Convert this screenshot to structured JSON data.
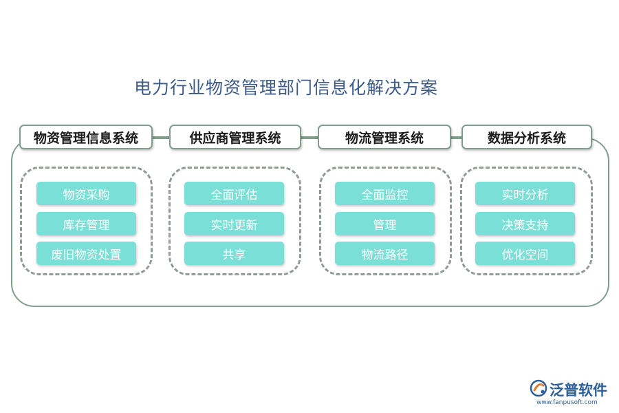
{
  "title": "电力行业物资管理部门信息化解决方案",
  "modules": [
    {
      "header": "物资管理信息系统",
      "items": [
        "物资采购",
        "库存管理",
        "废旧物资处置"
      ]
    },
    {
      "header": "供应商管理系统",
      "items": [
        "全面评估",
        "实时更新",
        "共享"
      ]
    },
    {
      "header": "物流管理系统",
      "items": [
        "全面监控",
        "管理",
        "物流路径"
      ]
    },
    {
      "header": "数据分析系统",
      "items": [
        "实时分析",
        "决策支持",
        "优化空间"
      ]
    }
  ],
  "logo": {
    "name": "泛普软件",
    "url": "www.fanpusoft.com",
    "icon": "fanpu-logo-icon"
  },
  "colors": {
    "item_bg": "#7adfd6",
    "border": "#7f9e8a",
    "title": "#3b5a86",
    "logo": "#2a5e9a"
  }
}
